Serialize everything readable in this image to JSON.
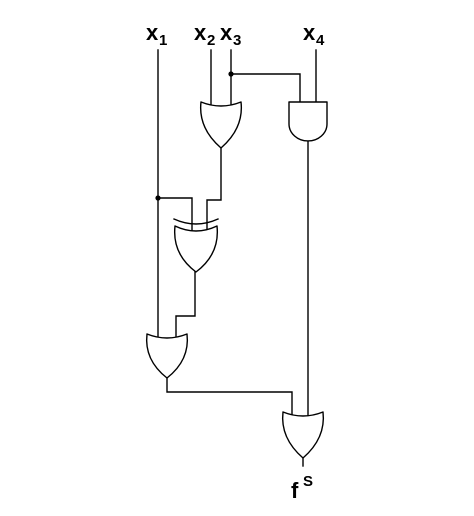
{
  "inputs": {
    "x1": {
      "base": "x",
      "sub": "1"
    },
    "x2": {
      "base": "x",
      "sub": "2"
    },
    "x3": {
      "base": "x",
      "sub": "3"
    },
    "x4": {
      "base": "x",
      "sub": "4"
    }
  },
  "output": {
    "base": "f",
    "sup": "S"
  }
}
